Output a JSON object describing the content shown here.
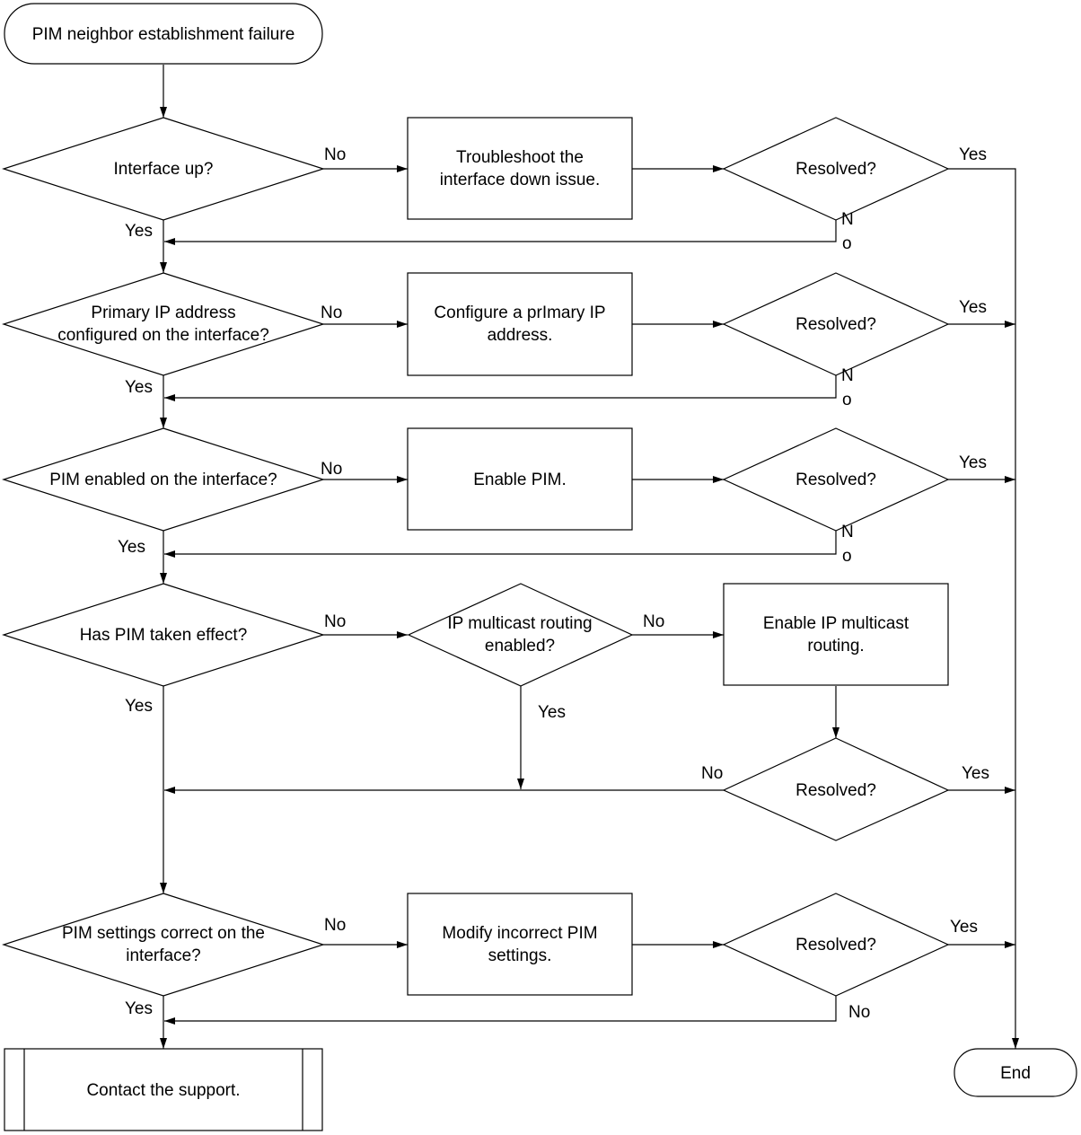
{
  "nodes": {
    "start": "PIM neighbor establishment failure",
    "q_interface_up": "Interface up?",
    "a_troubleshoot_1": "Troubleshoot the",
    "a_troubleshoot_2": "interface down issue.",
    "r1": "Resolved?",
    "q_primary_ip_1": "Primary IP address",
    "q_primary_ip_2": "configured on the interface?",
    "a_configure_ip_1": "Configure a prImary IP",
    "a_configure_ip_2": "address.",
    "r2": "Resolved?",
    "q_pim_enabled": "PIM enabled on the interface?",
    "a_enable_pim": "Enable PIM.",
    "r3": "Resolved?",
    "q_pim_effect": "Has PIM taken effect?",
    "q_multicast_1": "IP multicast routing",
    "q_multicast_2": "enabled?",
    "a_enable_multicast_1": "Enable IP multicast",
    "a_enable_multicast_2": "routing.",
    "r4": "Resolved?",
    "q_pim_settings_1": "PIM settings correct on the",
    "q_pim_settings_2": "interface?",
    "a_modify_1": "Modify incorrect PIM",
    "a_modify_2": "settings.",
    "r5": "Resolved?",
    "support": "Contact the support.",
    "end": "End"
  },
  "edge_labels": {
    "no": "No",
    "yes": "Yes",
    "no_split_1": "N",
    "no_split_2": "o"
  }
}
